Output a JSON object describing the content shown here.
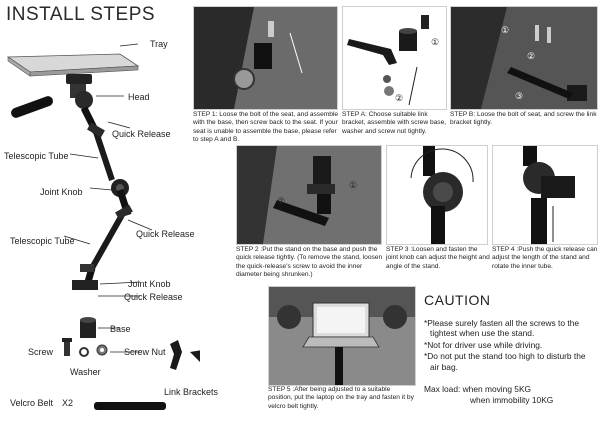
{
  "title": "INSTALL STEPS",
  "parts": {
    "tray": "Tray",
    "head": "Head",
    "quick_release_1": "Quick Release",
    "telescopic_tube_1": "Telescopic Tube",
    "joint_knob_1": "Joint Knob",
    "quick_release_2": "Quick Release",
    "telescopic_tube_2": "Telescopic Tube",
    "joint_knob_2": "Joint Knob",
    "quick_release_3": "Quick Release",
    "base": "Base",
    "screw": "Screw",
    "screw_nut": "Screw Nut",
    "washer": "Washer",
    "link_brackets": "Link Brackets",
    "velcro_belt": "Velcro Belt",
    "velcro_qty": "X2"
  },
  "steps": {
    "step1": "STEP 1: Loose the bolt of the seat, and assemble with the base, then screw back to the seat. If your seat is unable to assemble the base, please refer to step A and B.",
    "stepA": "STEP A: Choose suitable link bracket, assemble with screw base, washer and screw nut tightly.",
    "stepB": "STEP B: Loose the bolt of seat, and screw the link bracket tightly.",
    "step2": "STEP 2 :Put the stand on the base and push the quick release tightly. (To remove the stand, loosen the quick-release's screw to avoid the inner diameter being shrunken.)",
    "step3": "STEP 3 :Loosen and fasten the joint knob can adjust the height and angle of the stand.",
    "step4": "STEP 4 :Push the quick release can adjust the length of the stand and rotate the inner tube.",
    "step5": "STEP 5 :After being adjusted to a suitable position, put the laptop on the tray and fasten it by velcro belt tightly."
  },
  "caution": {
    "title": "CAUTION",
    "items": [
      "*Please surely fasten all the screws to the tightest when use the stand.",
      "*Not for driver use while driving.",
      "*Do not put the stand too high to disturb the air bag."
    ],
    "max_load_moving": "Max load: when moving  5KG",
    "max_load_immobility": "when immobility 10KG"
  },
  "photo_markers": {
    "a_circle1": "①",
    "a_circle2": "②",
    "b_circle1": "①",
    "b_circle2": "②",
    "b_circle3": "③",
    "s2_circle1": "①",
    "s2_circle2": "②"
  }
}
